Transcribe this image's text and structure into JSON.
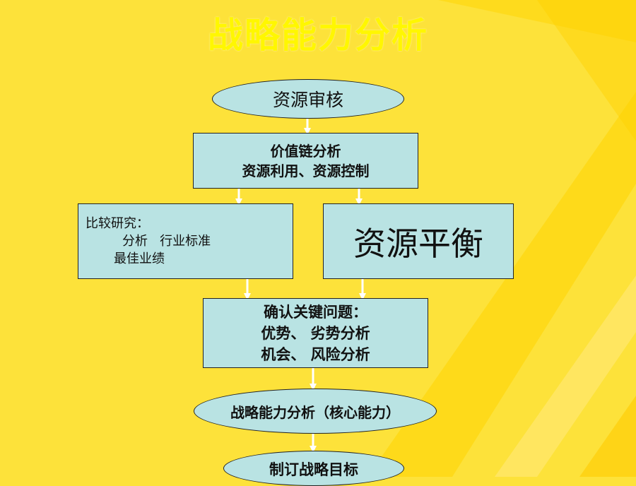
{
  "title": "战略能力分析",
  "nodes": {
    "resource_audit": "资源审核",
    "value_chain": {
      "line1": "价值链分析",
      "line2": "资源利用、资源控制"
    },
    "comparative": {
      "line1": "比较研究：",
      "line2": "分析   行业标准",
      "line3": "最佳业绩"
    },
    "resource_balance": "资源平衡",
    "key_issues": {
      "line1": "确认关键问题：",
      "line2": "优势、 劣势分析",
      "line3": "机会、 风险分析"
    },
    "core_competence": "战略能力分析（核心能力）",
    "set_objectives": "制订战略目标"
  },
  "colors": {
    "background": "#fde23a",
    "title": "#fff700",
    "node_fill": "#b9e3e3",
    "arrow": "#ffffff"
  }
}
